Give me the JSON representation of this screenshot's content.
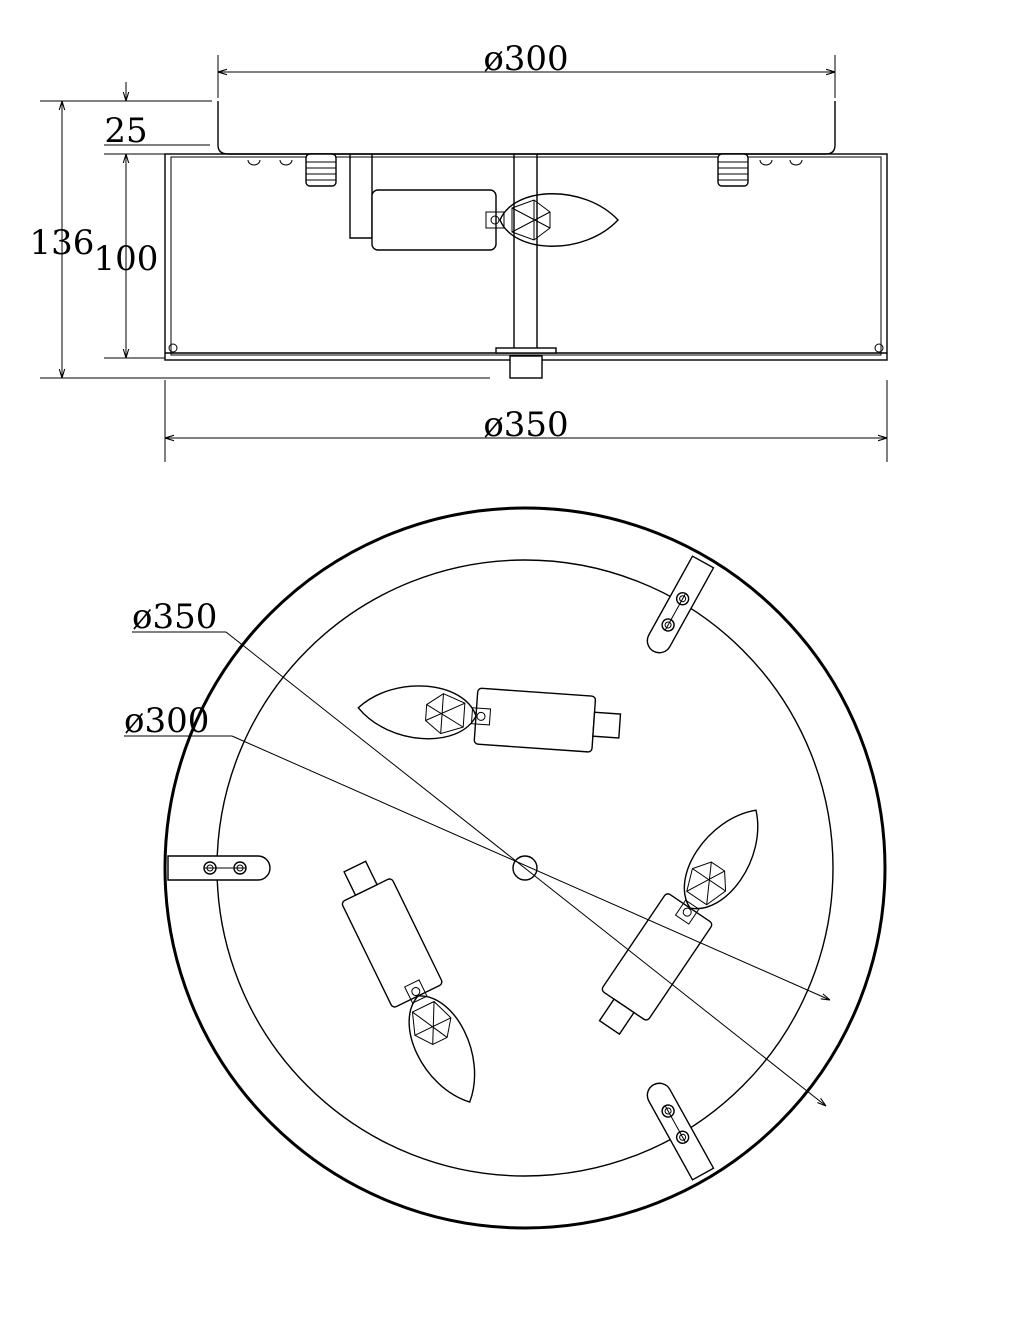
{
  "side_view": {
    "dim_top_diameter": "ø300",
    "dim_bottom_diameter": "ø350",
    "dim_total_height": "136",
    "dim_body_height": "100",
    "dim_canopy_height": "25"
  },
  "top_view": {
    "dim_outer_diameter": "ø350",
    "dim_inner_diameter": "ø300"
  }
}
